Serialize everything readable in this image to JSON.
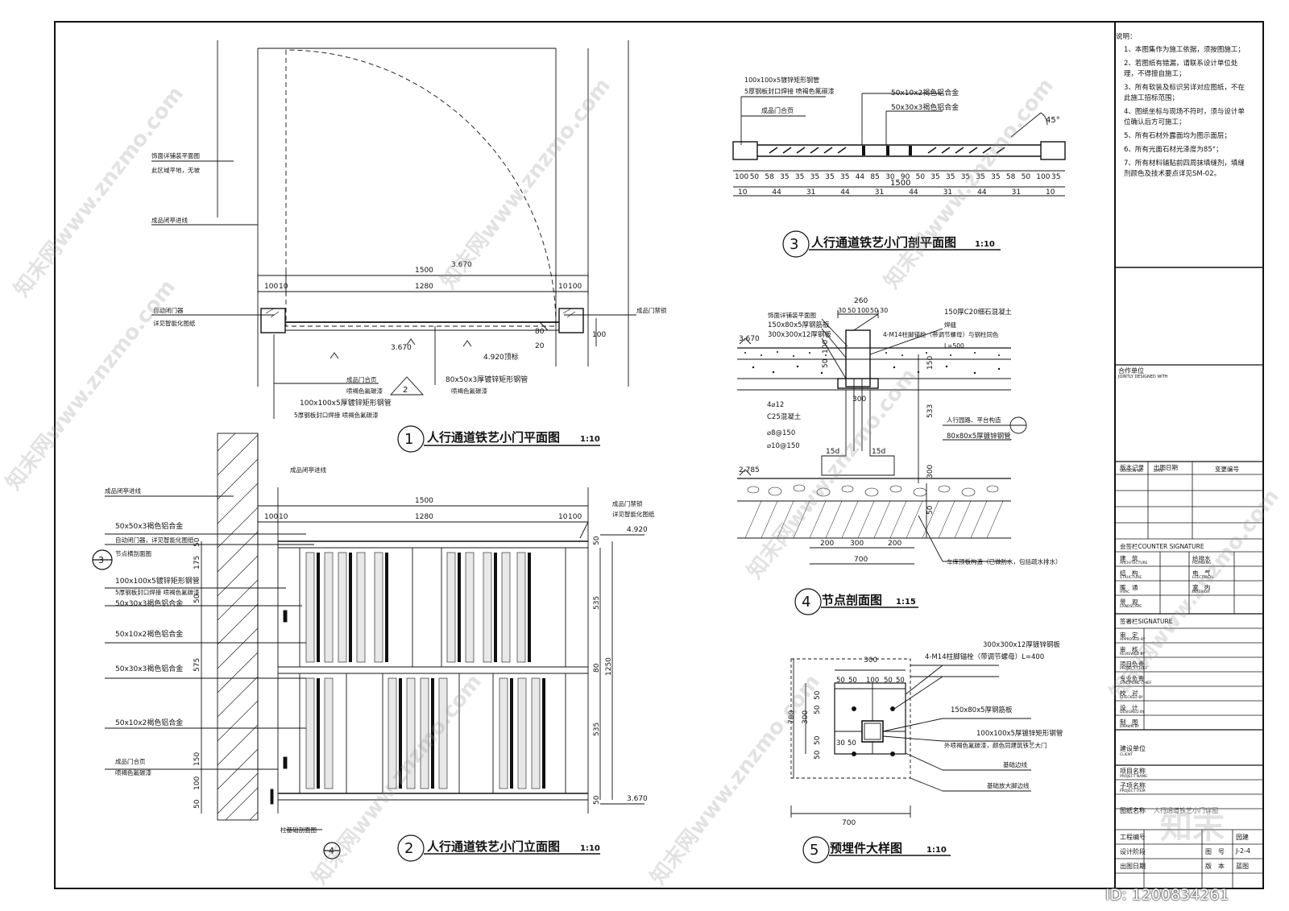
{
  "views": {
    "v1": {
      "num": "1",
      "title": "人行通道铁艺小门平面图",
      "scale": "1:10"
    },
    "v2": {
      "num": "2",
      "title": "人行通道铁艺小门立面图",
      "scale": "1:10"
    },
    "v3": {
      "num": "3",
      "title": "人行通道铁艺小门剖平面图",
      "scale": "1:10"
    },
    "v4": {
      "num": "4",
      "title": "节点剖面图",
      "scale": "1:15"
    },
    "v5": {
      "num": "5",
      "title": "预埋件大样图",
      "scale": "1:10"
    }
  },
  "plan": {
    "labels": [
      "饰面详铺装平面图",
      "此区域平地，无坡",
      "成品闭亭进线",
      "自动闭门器",
      "详见智能化图纸",
      "成品门禁锁",
      "成品门合页",
      "喷褐色氟碳漆",
      "100x100x5厚镀锌矩形钢管",
      "5厚钢板封口焊接 喷褐色氟碳漆",
      "80x50x3厚镀锌矩形钢管",
      "喷褐色氟碳漆"
    ],
    "dims": [
      "1500",
      "100",
      "10",
      "1280",
      "10",
      "100",
      "3.670",
      "3.670",
      "4.920顶标",
      "80",
      "20",
      "100"
    ]
  },
  "elevation": {
    "labels": [
      "成品闭亭进线",
      "成品闭亭进线",
      "50x50x3褐色铝合金",
      "自动闭门器，详见智能化图纸",
      "节点横剖面图",
      "100x100x5镀锌矩形钢管",
      "5厚钢板封口焊接 喷褐色氟碳漆",
      "50x30x3褐色铝合金",
      "50x10x2褐色铝合金",
      "50x30x3褐色铝合金",
      "50x10x2褐色铝合金",
      "成品门合页",
      "喷褐色氟碳漆",
      "柱基础剖面图",
      "成品门禁锁",
      "详见智能化图纸"
    ],
    "dims": [
      "1500",
      "100",
      "10",
      "1280",
      "10",
      "100",
      "4.920",
      "3.670",
      "50",
      "175",
      "50",
      "575",
      "150",
      "100",
      "50",
      "535",
      "80",
      "535",
      "1250",
      "50",
      "50"
    ]
  },
  "section_plan": {
    "labels": [
      "100x100x5镀锌矩形钢管",
      "5厚钢板封口焊接 喷褐色氟碳漆",
      "成品门合页",
      "50x10x2褐色铝合金",
      "50x30x3褐色铝合金",
      "45°"
    ],
    "top_dims": [
      "100",
      "50",
      "58",
      "35",
      "35",
      "35",
      "35",
      "35",
      "44",
      "85",
      "30",
      "90",
      "50",
      "35",
      "35",
      "35",
      "35",
      "35",
      "58",
      "50",
      "100",
      "35"
    ],
    "bottom_dims": [
      "10",
      "44",
      "31",
      "44",
      "31",
      "44",
      "31",
      "44",
      "31",
      "10"
    ],
    "total": "1500"
  },
  "node": {
    "labels": [
      "饰面详铺装平面图",
      "150x80x5厚钢筋板",
      "300x300x12厚钢板",
      "150厚C20细石混凝土",
      "焊缝",
      "4-M14柱脚锚栓（带调节螺母）与钢柱同色",
      "L=500",
      "4⌀12",
      "C25混凝土",
      "⌀8@150",
      "⌀10@150",
      "人行园路、平台构造",
      "80x80x5厚镀锌钢管",
      "车库顶板构造（已做防水，包括疏水排水）"
    ],
    "dims": [
      "260",
      "30",
      "50",
      "100",
      "50",
      "30",
      "3.670",
      "50",
      "100",
      "300",
      "533",
      "150",
      "2.785",
      "300",
      "15d",
      "15d",
      "200",
      "300",
      "200",
      "700",
      "50"
    ]
  },
  "embed": {
    "labels": [
      "300x300x12厚镀锌钢板",
      "4-M14柱脚锚栓（带调节螺母）L=400",
      "150x80x5厚钢筋板",
      "100x100x5厚镀锌矩形钢管",
      "外喷褐色氟碳漆，颜色同建筑铁艺大门",
      "基础边线",
      "基础放大脚边线"
    ],
    "dims": [
      "300",
      "50",
      "50",
      "100",
      "50",
      "50",
      "700",
      "300",
      "50",
      "50",
      "700",
      "50",
      "50",
      "30",
      "50"
    ]
  },
  "notes": {
    "heading": "说明：",
    "items": [
      "1、本图集作为施工依据，须按图施工；",
      "2、若图纸有错漏，请联系设计单位处理，不得擅自施工；",
      "3、所有软装及标识另详对应图纸，不在此施工招标范围；",
      "4、图纸坐标与现场不符时，须与设计单位确认后方可施工；",
      "5、所有石材外露面均为图示面层；",
      "6、所有光面石材光泽度为85°；",
      "7、所有材料铺贴前四周抹填缝剂，填缝剂颜色及技术要点详见SM-02。"
    ]
  },
  "titleblock": {
    "cooperation": "合作单位",
    "cooperation_en": "JOINTLY DESIGNED WITH",
    "version_record": "版本记录",
    "version_en": "VERSION NO.",
    "issue_date": "出图日期",
    "issue_en": "DATE",
    "change_no": "变更编号",
    "countersign": "会签栏COUNTER SIGNATURE",
    "cs_rows": [
      {
        "a": "建　筑",
        "a_en": "ARCHITECTURE",
        "b": "给排水",
        "b_en": "PLUMBING"
      },
      {
        "a": "结　构",
        "a_en": "STRUCTURE",
        "b": "电　气",
        "b_en": "ELECTRICAL"
      },
      {
        "a": "暖　通",
        "a_en": "HVAC",
        "b": "室　内",
        "b_en": "INTERIOR"
      },
      {
        "a": "景　观",
        "a_en": "LANDSCAPE",
        "b": "",
        "b_en": ""
      }
    ],
    "signature": "签署栏SIGNATURE",
    "sig_rows": [
      {
        "cn": "审　定",
        "en": "APPROVED BY"
      },
      {
        "cn": "审　核",
        "en": "REVIEWED BY"
      },
      {
        "cn": "项目负责",
        "en": "PROJECT CHIEF"
      },
      {
        "cn": "专业负责",
        "en": "DISCIPLINE CHIEF"
      },
      {
        "cn": "校　对",
        "en": "CHECKED BY"
      },
      {
        "cn": "设　计",
        "en": "DESIGNED BY"
      },
      {
        "cn": "制　图",
        "en": "DRAWN BY"
      }
    ],
    "client": "建设单位",
    "client_en": "CLIENT",
    "project_name": "项目名称",
    "project_en": "PROJECT NAME",
    "sub_project": "子项名称",
    "sub_en": "PROJECT ITEM",
    "drawing_name": "图纸名称",
    "drawing_name_value": "人行通道铁艺小门详图",
    "work_no": "工程编号",
    "design_stage": "设计阶段",
    "discipline_value": "园建",
    "drawing_no_label": "图　号",
    "drawing_no": "J-2-4",
    "print_date": "出图日期",
    "version_label": "版　本",
    "version_value": "蓝图"
  },
  "watermark": {
    "text": "知末网www.znzmo.com",
    "brand": "知末",
    "id": "ID: 1200834261"
  }
}
